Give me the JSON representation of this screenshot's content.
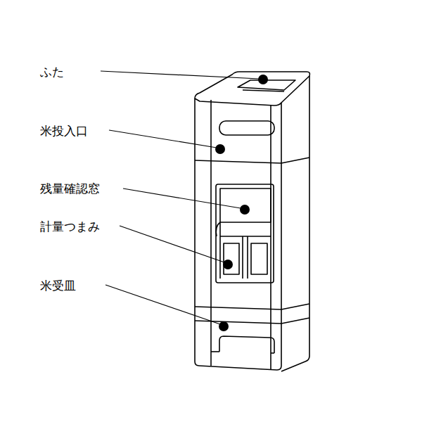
{
  "diagram": {
    "labels": [
      "ふた",
      "米投入口",
      "残量確認窓",
      "計量つまみ",
      "米受皿"
    ]
  }
}
